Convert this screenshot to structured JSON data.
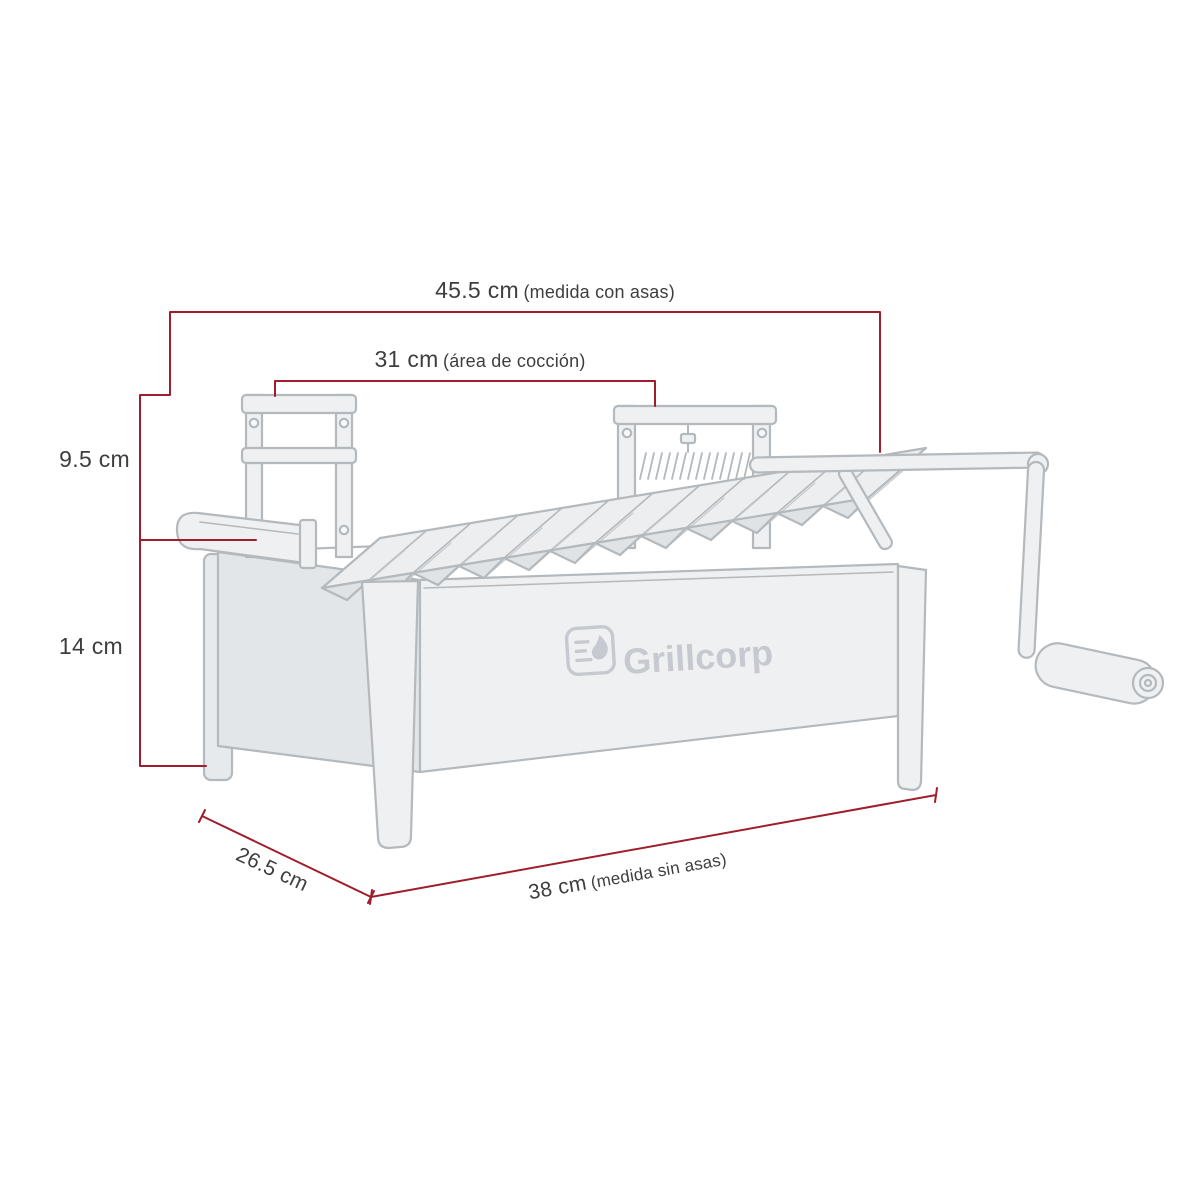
{
  "brand": {
    "name": "Grillcorp"
  },
  "colors": {
    "dimension_line": "#a01d2c",
    "illustration_line": "#b4b9bd",
    "logo_gray": "#c6cad0",
    "label_text": "#3e3e40",
    "background": "#ffffff"
  },
  "dimensions": {
    "width_with_handles": {
      "value": "45.5 cm",
      "note": "(medida con asas)"
    },
    "cooking_area": {
      "value": "31 cm",
      "note": "(área de cocción)"
    },
    "lift_height": {
      "value": "9.5 cm"
    },
    "body_height": {
      "value": "14 cm"
    },
    "depth": {
      "value": "26.5 cm"
    },
    "width_without_handles": {
      "value": "38 cm",
      "note": "(medida sin asas)"
    }
  }
}
